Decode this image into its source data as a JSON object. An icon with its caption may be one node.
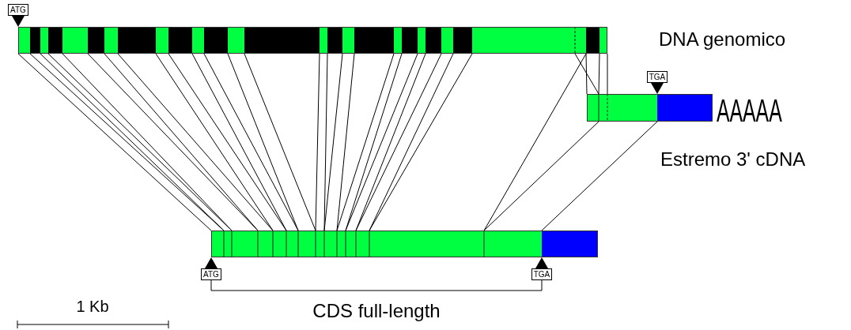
{
  "diagram": {
    "nodes": [
      {
        "text": [],
        "shape": "bar",
        "beside": [
          "DNA genomico"
        ]
      },
      {
        "text": [],
        "shape": "bar",
        "beside": [
          "AAAAA",
          "Estremo 3' cDNA"
        ]
      },
      {
        "text": [],
        "shape": "bar"
      }
    ],
    "edges": [
      {
        "from": 0,
        "to": 2,
        "arrow": "none"
      },
      {
        "from": 0,
        "to": 2,
        "arrow": "none"
      },
      {
        "from": 0,
        "to": 2,
        "arrow": "none"
      },
      {
        "from": 0,
        "to": 2,
        "arrow": "none"
      },
      {
        "from": 0,
        "to": 2,
        "arrow": "none"
      },
      {
        "from": 0,
        "to": 2,
        "arrow": "none"
      },
      {
        "from": 0,
        "to": 2,
        "arrow": "none"
      },
      {
        "from": 0,
        "to": 2,
        "arrow": "none"
      },
      {
        "from": 0,
        "to": 2,
        "arrow": "none"
      },
      {
        "from": 0,
        "to": 2,
        "arrow": "none"
      },
      {
        "from": 0,
        "to": 2,
        "arrow": "none"
      },
      {
        "from": 0,
        "to": 2,
        "arrow": "none"
      },
      {
        "from": 0,
        "to": 2,
        "arrow": "none"
      },
      {
        "from": 0,
        "to": 2,
        "arrow": "none"
      },
      {
        "from": 0,
        "to": 2,
        "arrow": "none"
      },
      {
        "from": 0,
        "to": 2,
        "arrow": "none"
      },
      {
        "from": 0,
        "to": 2,
        "arrow": "none"
      },
      {
        "from": 0,
        "to": 2,
        "arrow": "none"
      },
      {
        "from": 0,
        "to": 2,
        "arrow": "none"
      },
      {
        "from": 0,
        "to": 2,
        "arrow": "none"
      },
      {
        "from": 0,
        "to": 2,
        "arrow": "none"
      },
      {
        "from": 0,
        "to": 2,
        "arrow": "none"
      },
      {
        "from": 0,
        "to": 2,
        "arrow": "none"
      },
      {
        "from": 0,
        "to": 2,
        "arrow": "none"
      },
      {
        "from": 0,
        "to": 2,
        "arrow": "none"
      },
      {
        "from": 0,
        "to": 2,
        "arrow": "none"
      },
      {
        "from": 0,
        "to": 1,
        "arrow": "none"
      },
      {
        "from": 0,
        "to": 1,
        "arrow": "none"
      },
      {
        "from": 0,
        "to": 1,
        "arrow": "none"
      },
      {
        "from": 0,
        "to": 1,
        "arrow": "none"
      },
      {
        "from": 1,
        "to": 2,
        "arrow": "none"
      },
      {
        "from": 1,
        "to": 2,
        "arrow": "none"
      }
    ],
    "labels": [
      "ATG",
      "TGA",
      "ATG",
      "TGA",
      "CDS full-length",
      "1 Kb"
    ]
  }
}
